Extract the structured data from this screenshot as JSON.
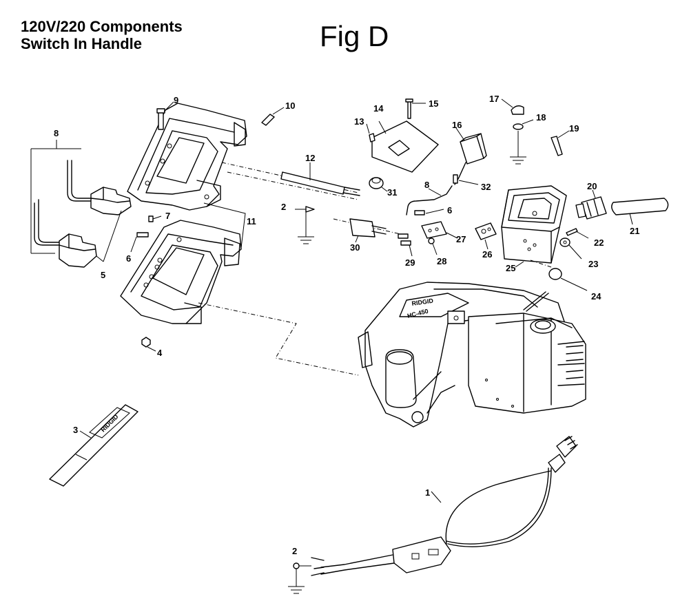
{
  "header": {
    "title_line1": "120V/220 Components",
    "title_line2": "Switch In Handle",
    "figure": "Fig D"
  },
  "brand": {
    "logo_text": "RIDGID",
    "model_text": "HC-450"
  },
  "callouts": [
    {
      "id": "c1",
      "text": "1"
    },
    {
      "id": "c2a",
      "text": "2"
    },
    {
      "id": "c2b",
      "text": "2"
    },
    {
      "id": "c3",
      "text": "3"
    },
    {
      "id": "c4",
      "text": "4"
    },
    {
      "id": "c5",
      "text": "5"
    },
    {
      "id": "c6a",
      "text": "6"
    },
    {
      "id": "c6b",
      "text": "6"
    },
    {
      "id": "c7",
      "text": "7"
    },
    {
      "id": "c8a",
      "text": "8"
    },
    {
      "id": "c8b",
      "text": "8"
    },
    {
      "id": "c9",
      "text": "9"
    },
    {
      "id": "c10",
      "text": "10"
    },
    {
      "id": "c11",
      "text": "11"
    },
    {
      "id": "c12",
      "text": "12"
    },
    {
      "id": "c13",
      "text": "13"
    },
    {
      "id": "c14",
      "text": "14"
    },
    {
      "id": "c15",
      "text": "15"
    },
    {
      "id": "c16",
      "text": "16"
    },
    {
      "id": "c17",
      "text": "17"
    },
    {
      "id": "c18",
      "text": "18"
    },
    {
      "id": "c19",
      "text": "19"
    },
    {
      "id": "c20",
      "text": "20"
    },
    {
      "id": "c21",
      "text": "21"
    },
    {
      "id": "c22",
      "text": "22"
    },
    {
      "id": "c23",
      "text": "23"
    },
    {
      "id": "c24",
      "text": "24"
    },
    {
      "id": "c25",
      "text": "25"
    },
    {
      "id": "c26",
      "text": "26"
    },
    {
      "id": "c27",
      "text": "27"
    },
    {
      "id": "c28",
      "text": "28"
    },
    {
      "id": "c29",
      "text": "29"
    },
    {
      "id": "c30",
      "text": "30"
    },
    {
      "id": "c31",
      "text": "31"
    },
    {
      "id": "c32",
      "text": "32"
    }
  ]
}
